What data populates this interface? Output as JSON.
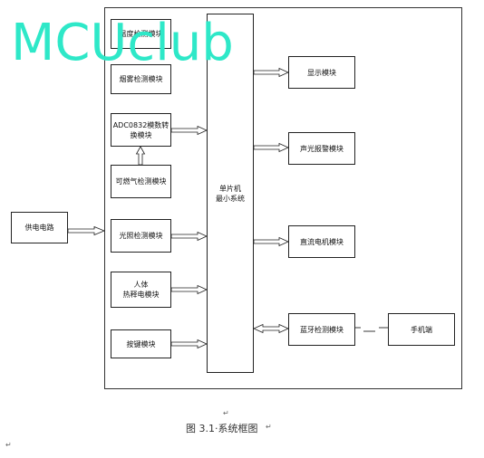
{
  "watermark": "MCUclub",
  "blocks": {
    "temp": "温度检测模块",
    "smoke": "烟雾检测模块",
    "adc": "ADC0832模数转\n换模块",
    "gas": "可燃气检测模块",
    "light": "光照检测模块",
    "body": "人体\n热释电模块",
    "key": "按键模块",
    "power": "供电电路",
    "mcu": "单片机\n最小系统",
    "display": "显示模块",
    "alarm": "声光报警模块",
    "motor": "直流电机模块",
    "bluetooth": "蓝牙检测模块",
    "phone": "手机端"
  },
  "caption": "图 3.1·系统框图",
  "return_marks": [
    "↵",
    "↵",
    "↵"
  ]
}
